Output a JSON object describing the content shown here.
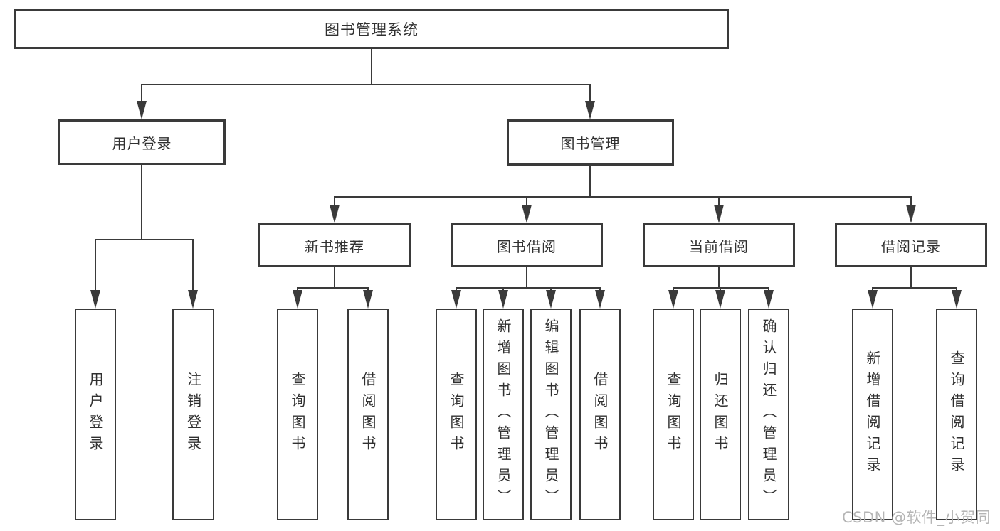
{
  "diagram_type": "hierarchy-tree",
  "colors": {
    "line": "#3a3a3a",
    "text": "#303030",
    "background": "#ffffff",
    "watermark": "#b5b5b5"
  },
  "watermark": "CSDN @软件_小贺同学",
  "tree": {
    "root": {
      "label": "图书管理系统",
      "children": [
        {
          "label": "用户登录",
          "children": [
            {
              "label": "用户登录"
            },
            {
              "label": "注销登录"
            }
          ]
        },
        {
          "label": "图书管理",
          "children": [
            {
              "label": "新书推荐",
              "children": [
                {
                  "label": "查询图书"
                },
                {
                  "label": "借阅图书"
                }
              ]
            },
            {
              "label": "图书借阅",
              "children": [
                {
                  "label": "查询图书"
                },
                {
                  "label": "新增图书（管理员）"
                },
                {
                  "label": "编辑图书（管理员）"
                },
                {
                  "label": "借阅图书"
                }
              ]
            },
            {
              "label": "当前借阅",
              "children": [
                {
                  "label": "查询图书"
                },
                {
                  "label": "归还图书"
                },
                {
                  "label": "确认归还（管理员）"
                }
              ]
            },
            {
              "label": "借阅记录",
              "children": [
                {
                  "label": "新增借阅记录"
                },
                {
                  "label": "查询借阅记录"
                }
              ]
            }
          ]
        }
      ]
    }
  }
}
